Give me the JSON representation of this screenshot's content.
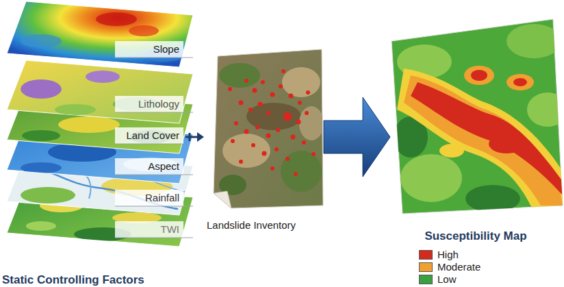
{
  "diagram": {
    "nodes": [
      {
        "text": [
          "Static Controlling Factors"
        ]
      },
      {
        "text": [
          "Landslide Inventory"
        ]
      },
      {
        "text": [
          "Susceptibility Map"
        ]
      }
    ],
    "edges": [
      {
        "from": 0,
        "to": 1,
        "arrow": "to"
      },
      {
        "from": 1,
        "to": 2,
        "arrow": "to"
      }
    ],
    "labels": [
      "Slope",
      "Lithology",
      "Land Cover",
      "Aspect",
      "Rainfall",
      "TWI"
    ],
    "legend": [
      {
        "text": "High",
        "color": "#d42a1e"
      },
      {
        "text": "Moderate",
        "color": "#f0a030"
      },
      {
        "text": "Low",
        "color": "#3aa040"
      }
    ]
  }
}
